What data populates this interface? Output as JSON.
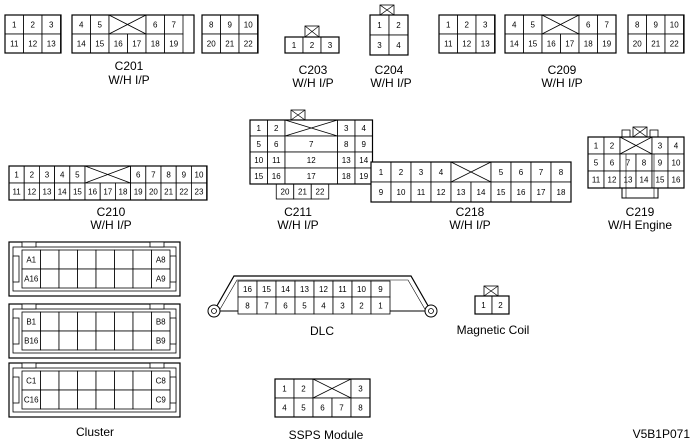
{
  "connectors": {
    "C201": {
      "name": "C201",
      "sub": "W/H I/P",
      "top": [
        "1",
        "2",
        "3",
        "4",
        "5",
        "6",
        "7",
        "8",
        "9",
        "10"
      ],
      "bottom": [
        "11",
        "12",
        "13",
        "14",
        "15",
        "16",
        "17",
        "18",
        "19",
        "20",
        "21",
        "22"
      ]
    },
    "C203": {
      "name": "C203",
      "sub": "W/H I/P",
      "pins": [
        "1",
        "2",
        "3"
      ]
    },
    "C204": {
      "name": "C204",
      "sub": "W/H I/P",
      "top": [
        "1",
        "2"
      ],
      "bottom": [
        "3",
        "4"
      ]
    },
    "C209": {
      "name": "C209",
      "sub": "W/H I/P",
      "top": [
        "1",
        "2",
        "3",
        "4",
        "5",
        "6",
        "7",
        "8",
        "9",
        "10"
      ],
      "bottom": [
        "11",
        "12",
        "13",
        "14",
        "15",
        "16",
        "17",
        "18",
        "19",
        "20",
        "21",
        "22"
      ]
    },
    "C210": {
      "name": "C210",
      "sub": "W/H I/P",
      "top": [
        "1",
        "2",
        "3",
        "4",
        "5",
        "6",
        "7",
        "8",
        "9",
        "10"
      ],
      "bottom": [
        "11",
        "12",
        "13",
        "14",
        "15",
        "16",
        "17",
        "18",
        "19",
        "20",
        "21",
        "22",
        "23"
      ]
    },
    "C211": {
      "name": "C211",
      "sub": "W/H I/P",
      "rows": [
        [
          "1",
          "2",
          "3",
          "4"
        ],
        [
          "5",
          "6",
          "7",
          "8",
          "9"
        ],
        [
          "10",
          "11",
          "12",
          "13",
          "14"
        ],
        [
          "15",
          "16",
          "17",
          "18",
          "19"
        ],
        [
          "20",
          "21",
          "22"
        ]
      ]
    },
    "C218": {
      "name": "C218",
      "sub": "W/H I/P",
      "top": [
        "1",
        "2",
        "3",
        "4",
        "5",
        "6",
        "7",
        "8"
      ],
      "bottom": [
        "9",
        "10",
        "11",
        "12",
        "13",
        "14",
        "15",
        "16",
        "17",
        "18"
      ]
    },
    "C219": {
      "name": "C219",
      "sub": "W/H Engine",
      "rows": [
        [
          "1",
          "2",
          "3",
          "4"
        ],
        [
          "5",
          "6",
          "7",
          "8",
          "9",
          "10"
        ],
        [
          "11",
          "12",
          "13",
          "14",
          "15",
          "16"
        ]
      ]
    },
    "DLC": {
      "name": "DLC",
      "top": [
        "16",
        "15",
        "14",
        "13",
        "12",
        "11",
        "10",
        "9"
      ],
      "bottom": [
        "8",
        "7",
        "6",
        "5",
        "4",
        "3",
        "2",
        "1"
      ]
    },
    "MagneticCoil": {
      "name": "Magnetic Coil",
      "pins": [
        "1",
        "2"
      ]
    },
    "SSPS": {
      "name": "SSPS Module",
      "top": [
        "1",
        "2",
        "3"
      ],
      "bottom": [
        "4",
        "5",
        "6",
        "7",
        "8"
      ]
    },
    "Cluster": {
      "name": "Cluster",
      "blocks": [
        {
          "a": "A1",
          "b": "A8",
          "c": "A16",
          "d": "A9"
        },
        {
          "a": "B1",
          "b": "B8",
          "c": "B16",
          "d": "B9"
        },
        {
          "a": "C1",
          "b": "C8",
          "c": "C16",
          "d": "C9"
        }
      ]
    }
  },
  "figure_id": "V5B1P071"
}
